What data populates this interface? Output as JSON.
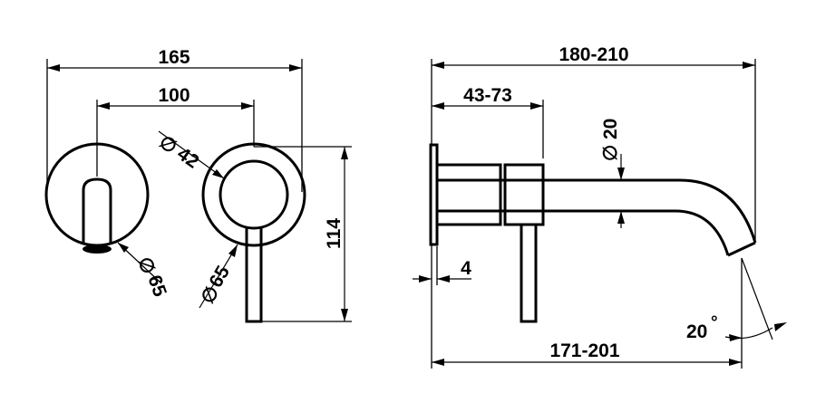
{
  "dimensions": {
    "overall_width_front": "165",
    "center_distance": "100",
    "plate_diameter_left": "65",
    "handle_diameter": "42",
    "plate_diameter_right": "65",
    "height": "114",
    "overall_projection": "180-210",
    "wall_depth": "43-73",
    "spout_diameter": "20",
    "plate_thickness": "4",
    "spout_projection": "171-201",
    "spout_angle": "20"
  },
  "symbols": {
    "diameter": "∅",
    "degree": "°"
  }
}
